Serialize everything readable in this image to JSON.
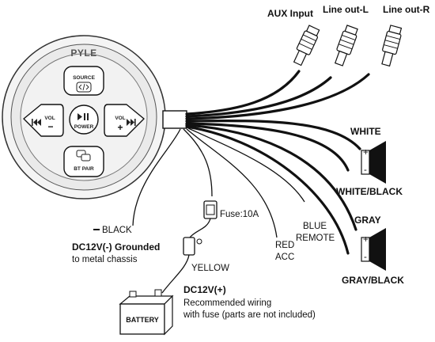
{
  "controller": {
    "brand": "PYLE",
    "source_label": "SOURCE",
    "source_icon": "code-brackets-icon",
    "vol_down_label": "VOL",
    "vol_up_label": "VOL",
    "prev_icon": "skip-back-icon",
    "next_icon": "skip-forward-icon",
    "power_label": "POWER",
    "play_pause_icon": "play-pause-icon",
    "bt_pair_label": "BT PAIR",
    "bt_icon": "link-icon"
  },
  "connectors": {
    "aux_input": "AUX Input",
    "line_out_l": "Line out-L",
    "line_out_r": "Line out-R"
  },
  "speakers": {
    "white": "WHITE",
    "white_black": "WHITE/BLACK",
    "gray": "GRAY",
    "gray_black": "GRAY/BLACK"
  },
  "wires": {
    "black": "BLACK",
    "ground_title": "DC12V(-) Grounded",
    "ground_sub": "to metal chassis",
    "fuse": "Fuse:10A",
    "yellow": "YELLOW",
    "red": "RED",
    "acc": "ACC",
    "blue": "BLUE",
    "remote": "REMOTE",
    "power_title": "DC12V(+)",
    "power_line1": "Recommended wiring",
    "power_line2": "with fuse (parts are not included)"
  },
  "battery": {
    "label": "BATTERY"
  }
}
